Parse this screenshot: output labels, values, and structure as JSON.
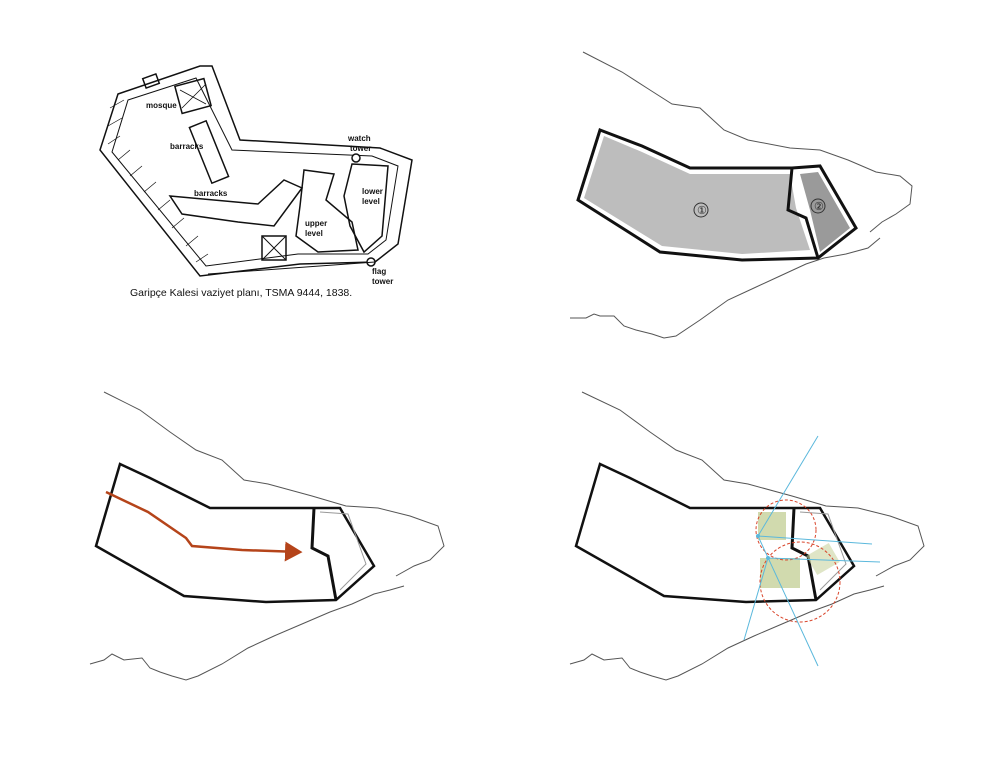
{
  "plan": {
    "labels": {
      "mosque": "mosque",
      "barracks_1": "barracks",
      "barracks_2": "barracks",
      "watch_tower_1": "watch",
      "watch_tower_2": "tower",
      "lower_level_1": "lower",
      "lower_level_2": "level",
      "upper_level_1": "upper",
      "upper_level_2": "level",
      "flag_tower_1": "flag",
      "flag_tower_2": "tower"
    },
    "caption": "Garipçe Kalesi vaziyet planı, TSMA 9444, 1838."
  },
  "zones": {
    "zone_1": "①",
    "zone_2": "②"
  },
  "colors": {
    "line": "#111111",
    "coast": "#555555",
    "zone_1_fill": "#bdbdbd",
    "zone_2_fill": "#9a9a9a",
    "path_arrow": "#b5441a",
    "sight_line": "#5bb8dc",
    "view_circle": "#d9452b",
    "area_fill": "#c9d3a0"
  }
}
